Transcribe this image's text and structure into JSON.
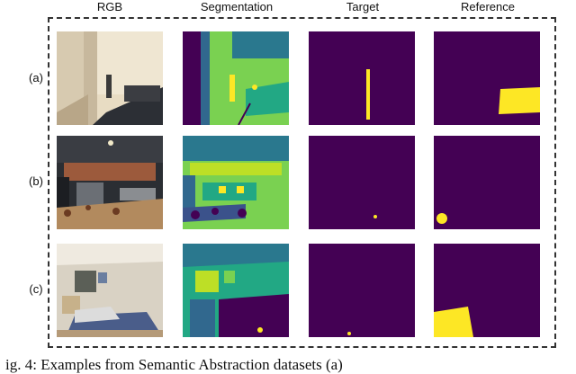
{
  "columns": {
    "rgb": "RGB",
    "segmentation": "Segmentation",
    "target": "Target",
    "reference": "Reference"
  },
  "rows": {
    "a": "(a)",
    "b": "(b)",
    "c": "(c)"
  },
  "caption": {
    "text": "ig. 4:  Examples from Semantic Abstraction datasets (a)"
  },
  "colors": {
    "mask_background": "#440154",
    "mask_foreground": "#fde725",
    "seg_green": "#7ad151",
    "seg_teal": "#22a884",
    "seg_blue": "#2a788e",
    "seg_yellow": "#fde725",
    "seg_purple": "#440154"
  }
}
